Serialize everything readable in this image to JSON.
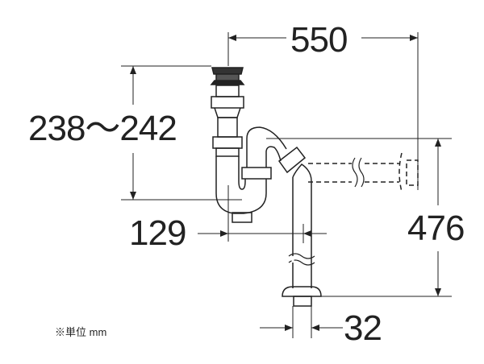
{
  "dimensions": {
    "width_total": "550",
    "height_drain": "238～242",
    "offset": "129",
    "height_total": "476",
    "pipe_diameter": "32"
  },
  "unit_note": "※単位 mm"
}
